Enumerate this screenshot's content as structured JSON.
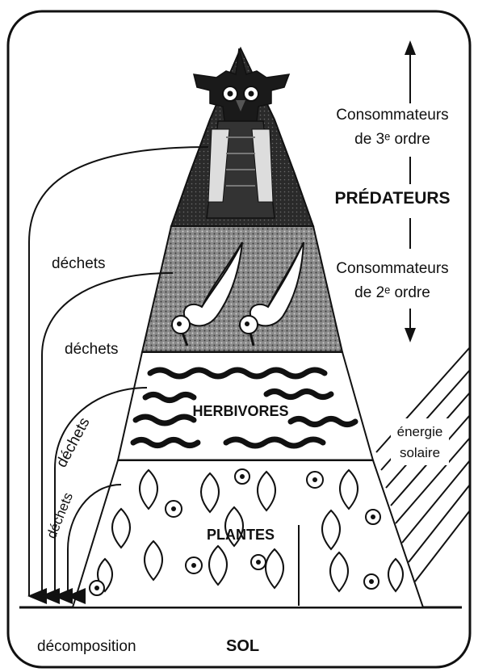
{
  "labels": {
    "consumers_3": [
      "Consommateurs",
      "de 3ᵉ ordre"
    ],
    "predators": "PRÉDATEURS",
    "consumers_2": [
      "Consommateurs",
      "de 2ᵉ ordre"
    ],
    "herbivores": "HERBIVORES",
    "plantes": "PLANTES",
    "energy": [
      "énergie",
      "solaire"
    ],
    "waste": "déchets",
    "decomposition": "décomposition",
    "soil": "SOL"
  },
  "colors": {
    "ink": "#111111",
    "paper": "#ffffff",
    "dark_layer": "#3a3a3a",
    "mid_layer": "#9a9a9a"
  }
}
